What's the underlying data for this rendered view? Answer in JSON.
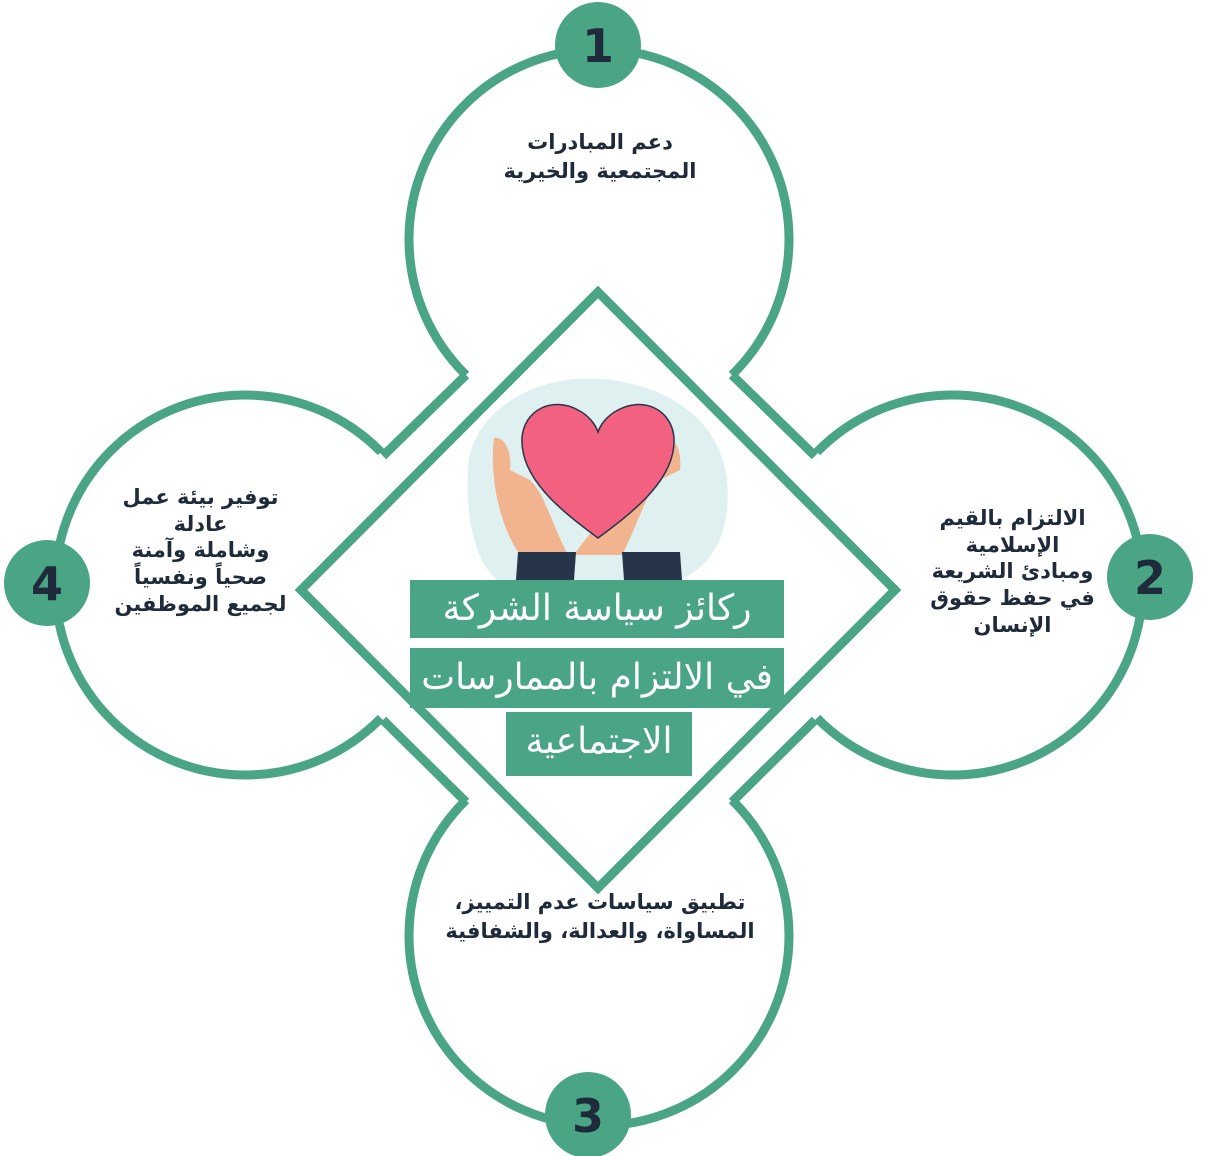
{
  "title_lines": [
    "ركائز سياسة الشركة",
    "في الالتزام بالممارسات",
    "الاجتماعية"
  ],
  "pillars": [
    {
      "number": "1",
      "lines": [
        "دعم المبادرات",
        "المجتمعية والخيرية"
      ]
    },
    {
      "number": "2",
      "lines": [
        "الالتزام بالقيم",
        "الإسلامية",
        "ومبادئ الشريعة",
        "في حفظ حقوق",
        "الإنسان"
      ]
    },
    {
      "number": "3",
      "lines": [
        "تطبيق سياسات عدم التمييز،",
        "المساواة، والعدالة، والشفافية"
      ]
    },
    {
      "number": "4",
      "lines": [
        "توفير بيئة عمل",
        "عادلة",
        "وشاملة وآمنة",
        "صحياً ونفسياً",
        "لجميع الموظفين"
      ]
    }
  ],
  "icon": "heart-in-hands-icon",
  "colors": {
    "accent": "#4aa585",
    "text": "#1f2b3a",
    "heart": "#f2617f",
    "sleeve": "#26354a",
    "skin": "#f2b48f",
    "blob": "#dff0f0"
  }
}
